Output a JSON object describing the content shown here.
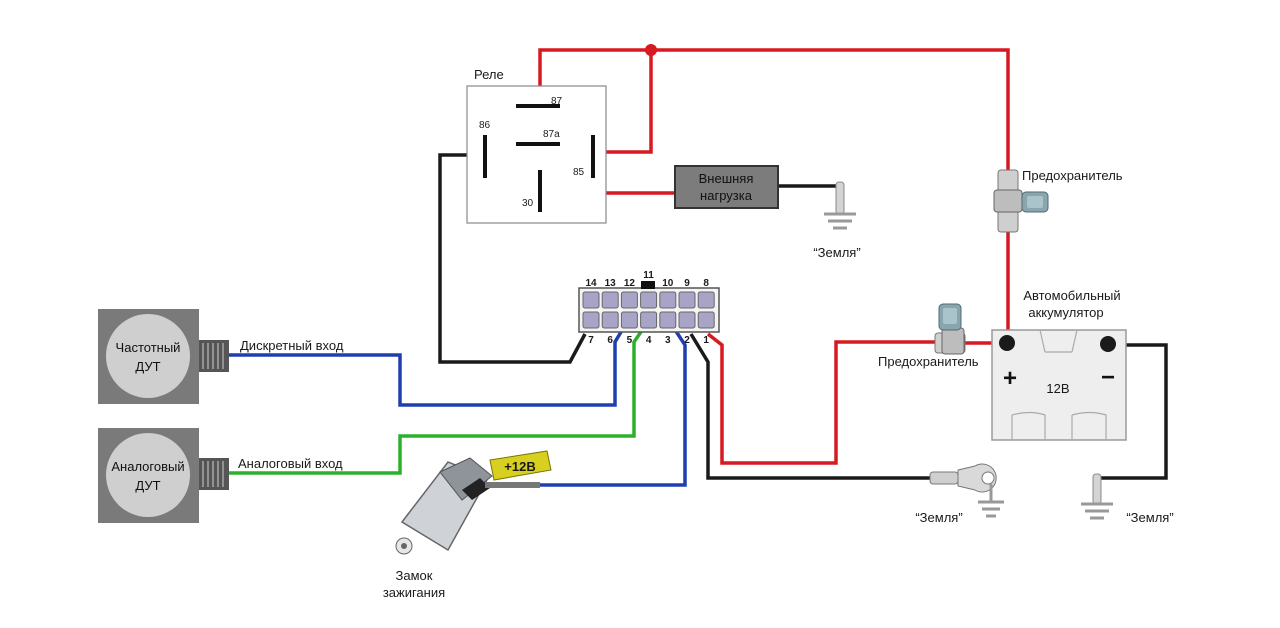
{
  "relay": {
    "title": "Реле",
    "pin_87": "87",
    "pin_86": "86",
    "pin_87a": "87a",
    "pin_85": "85",
    "pin_30": "30"
  },
  "external_load": {
    "label_line1": "Внешняя",
    "label_line2": "нагрузка"
  },
  "grounds": {
    "load_ground": "“Земля”",
    "chassis_ground": "“Земля”",
    "battery_ground": "“Земля”"
  },
  "fuses": {
    "top": "Предохранитель",
    "bottom": "Предохранитель"
  },
  "battery": {
    "title_line1": "Автомобильный",
    "title_line2": "аккумулятор",
    "voltage": "12В",
    "plus": "+",
    "minus": "−"
  },
  "connector": {
    "top_pins": [
      "14",
      "13",
      "12",
      "11",
      "10",
      "9",
      "8"
    ],
    "bottom_pins": [
      "7",
      "6",
      "5",
      "4",
      "3",
      "2",
      "1"
    ]
  },
  "sensors": {
    "frequency": {
      "line1": "Частотный",
      "line2": "ДУТ"
    },
    "analog": {
      "line1": "Аналоговый",
      "line2": "ДУТ"
    }
  },
  "inputs": {
    "discrete": "Дискретный вход",
    "analog": "Аналоговый вход"
  },
  "ignition": {
    "voltage_tag": "+12В",
    "label_line1": "Замок",
    "label_line2": "зажигания"
  },
  "colors": {
    "red_wire": "#d71920",
    "black_wire": "#1a1a1a",
    "blue_wire": "#1f3fb0",
    "green_wire": "#2bb02b",
    "sensor_body": "#7a7a7a",
    "pin_fill": "#a8a4c8",
    "tag_yellow": "#d8d020"
  }
}
